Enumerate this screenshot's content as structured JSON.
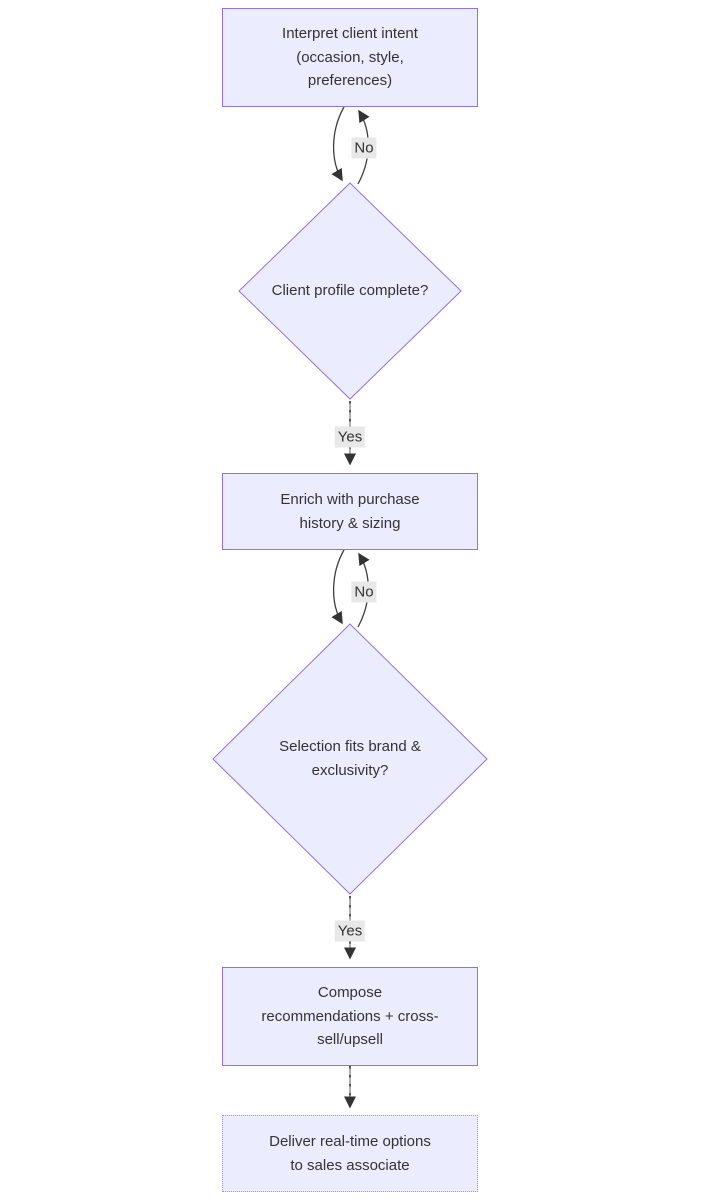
{
  "diagram": {
    "type": "flowchart",
    "direction": "top-down",
    "nodes": {
      "interpret": {
        "shape": "rectangle",
        "label": "Interpret client intent\n(occasion, style,\npreferences)"
      },
      "profile_complete": {
        "shape": "diamond",
        "label": "Client profile complete?"
      },
      "enrich": {
        "shape": "rectangle",
        "label": "Enrich with purchase\nhistory & sizing"
      },
      "fits_brand": {
        "shape": "diamond",
        "label": "Selection fits brand &\nexclusivity?"
      },
      "compose": {
        "shape": "rectangle",
        "label": "Compose\nrecommendations + cross-\nsell/upsell"
      },
      "deliver": {
        "shape": "rectangle-dotted-border",
        "label": "Deliver real-time options\nto sales associate"
      }
    },
    "edges": [
      {
        "from": "interpret",
        "to": "profile_complete",
        "label": ""
      },
      {
        "from": "profile_complete",
        "to": "interpret",
        "label": "No"
      },
      {
        "from": "profile_complete",
        "to": "enrich",
        "label": "Yes"
      },
      {
        "from": "enrich",
        "to": "fits_brand",
        "label": ""
      },
      {
        "from": "fits_brand",
        "to": "enrich",
        "label": "No"
      },
      {
        "from": "fits_brand",
        "to": "compose",
        "label": "Yes"
      },
      {
        "from": "compose",
        "to": "deliver",
        "label": ""
      }
    ],
    "colors": {
      "node_fill": "#ECECFF",
      "node_border": "#9370DB",
      "edge_stroke": "#333333",
      "edge_base_stroke": "#9a9a9a",
      "edge_label_background": "#e8e8e8",
      "text": "#333333"
    }
  }
}
